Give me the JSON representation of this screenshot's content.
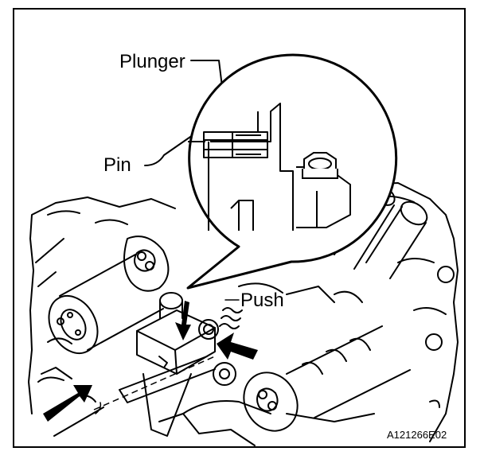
{
  "figure": {
    "labels": {
      "plunger": "Plunger",
      "pin": "Pin",
      "push": "Push",
      "code": "A121266E02"
    },
    "colors": {
      "ink": "#000000",
      "paper": "#ffffff"
    }
  }
}
